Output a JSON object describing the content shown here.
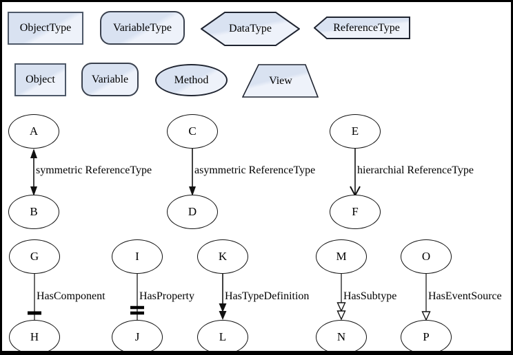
{
  "palette": {
    "shape_fill_top": "#d9e2f1",
    "shape_fill_bottom": "#eef2fa",
    "shape_border": "#4d5868",
    "node_border": "#111111",
    "line_color": "#3a3a3a",
    "frame_color": "#000000"
  },
  "shapes": {
    "row1": [
      {
        "label": "ObjectType",
        "shape": "rectangle"
      },
      {
        "label": "VariableType",
        "shape": "rounded-rectangle"
      },
      {
        "label": "DataType",
        "shape": "hexagon"
      },
      {
        "label": "ReferenceType",
        "shape": "left-point-pentagon"
      }
    ],
    "row2": [
      {
        "label": "Object",
        "shape": "rectangle"
      },
      {
        "label": "Variable",
        "shape": "rounded-rectangle"
      },
      {
        "label": "Method",
        "shape": "ellipse"
      },
      {
        "label": "View",
        "shape": "trapezoid"
      }
    ]
  },
  "reference_examples": [
    {
      "from": "A",
      "to": "B",
      "label": "symmetric ReferenceType",
      "arrow": "double-headed-filled"
    },
    {
      "from": "C",
      "to": "D",
      "label": "asymmetric ReferenceType",
      "arrow": "filled-triangle"
    },
    {
      "from": "E",
      "to": "F",
      "label": "hierarchial ReferenceType",
      "arrow": "open-v"
    }
  ],
  "relationship_examples": [
    {
      "from": "G",
      "to": "H",
      "label": "HasComponent",
      "marker": "single-tick"
    },
    {
      "from": "I",
      "to": "J",
      "label": "HasProperty",
      "marker": "double-tick"
    },
    {
      "from": "K",
      "to": "L",
      "label": "HasTypeDefinition",
      "marker": "double-filled-arrow"
    },
    {
      "from": "M",
      "to": "N",
      "label": "HasSubtype",
      "marker": "double-hollow-arrow"
    },
    {
      "from": "O",
      "to": "P",
      "label": "HasEventSource",
      "marker": "hollow-arrow"
    }
  ]
}
